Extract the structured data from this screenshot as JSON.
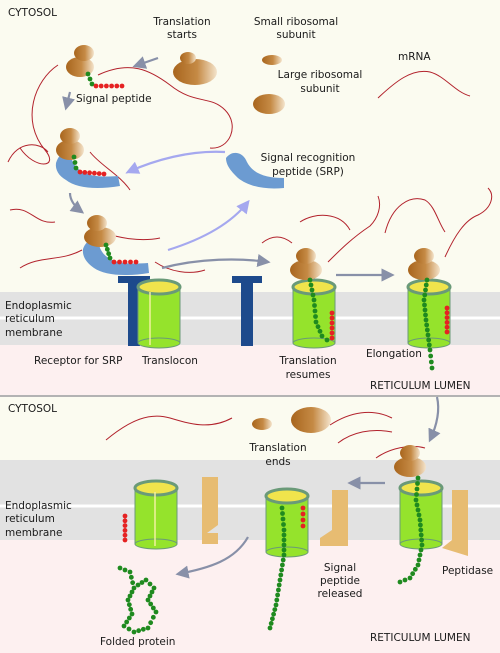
{
  "colors": {
    "cytosol_bg": "#fbfbf0",
    "lumen_bg": "#fdf0f0",
    "membrane": "#e0e0e0",
    "mrna": "#b2222c",
    "arrow_gray": "#8890a8",
    "arrow_violet": "#a5a8ef",
    "ribosome": "#b5742a",
    "srp": "#6c9bd1",
    "receptor": "#1d4a8c",
    "translocon_fill": "#95e32c",
    "translocon_top": "#f0e44c",
    "translocon_rim": "#6a9a78",
    "chain_green": "#1f8a1f",
    "signal_red": "#e52222",
    "peptidase": "#e7bc72"
  },
  "top_panel": {
    "cytosol": "CYTOSOL",
    "translation_starts": [
      "Translation",
      "starts"
    ],
    "small_subunit": [
      "Small ribosomal",
      "subunit"
    ],
    "large_subunit": [
      "Large ribosomal",
      "subunit"
    ],
    "mrna": "mRNA",
    "signal_peptide": "Signal peptide",
    "srp": [
      "Signal recognition",
      "peptide (SRP)"
    ],
    "membrane": [
      "Endoplasmic",
      "reticulum",
      "membrane"
    ],
    "receptor_srp": "Receptor for SRP",
    "translocon": "Translocon",
    "translation_resumes": [
      "Translation",
      "resumes"
    ],
    "elongation": "Elongation",
    "lumen": "RETICULUM LUMEN"
  },
  "bottom_panel": {
    "cytosol": "CYTOSOL",
    "translation_ends": [
      "Translation",
      "ends"
    ],
    "membrane": [
      "Endoplasmic",
      "reticulum",
      "membrane"
    ],
    "signal_released": [
      "Signal",
      "peptide",
      "released"
    ],
    "peptidase": "Peptidase",
    "folded_protein": "Folded protein",
    "lumen": "RETICULUM LUMEN"
  }
}
